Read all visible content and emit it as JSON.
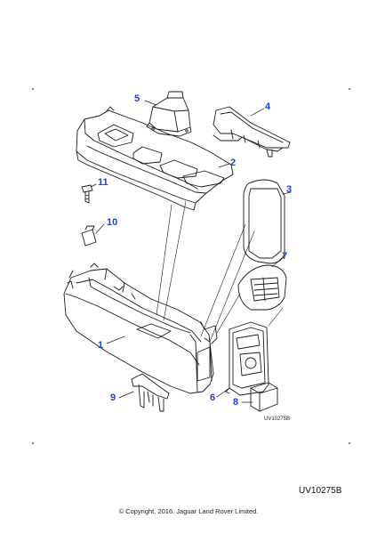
{
  "diagram": {
    "callouts": [
      "1",
      "2",
      "3",
      "4",
      "5",
      "6",
      "7",
      "8",
      "9",
      "10",
      "11"
    ],
    "image_code_small": "UV10275B",
    "image_code": "UV10275B",
    "copyright": "© Copyright, 2016. Jaguar Land Rover Limited.",
    "callout_color": "#1a3fd1",
    "line_color": "#1a1a1a"
  }
}
